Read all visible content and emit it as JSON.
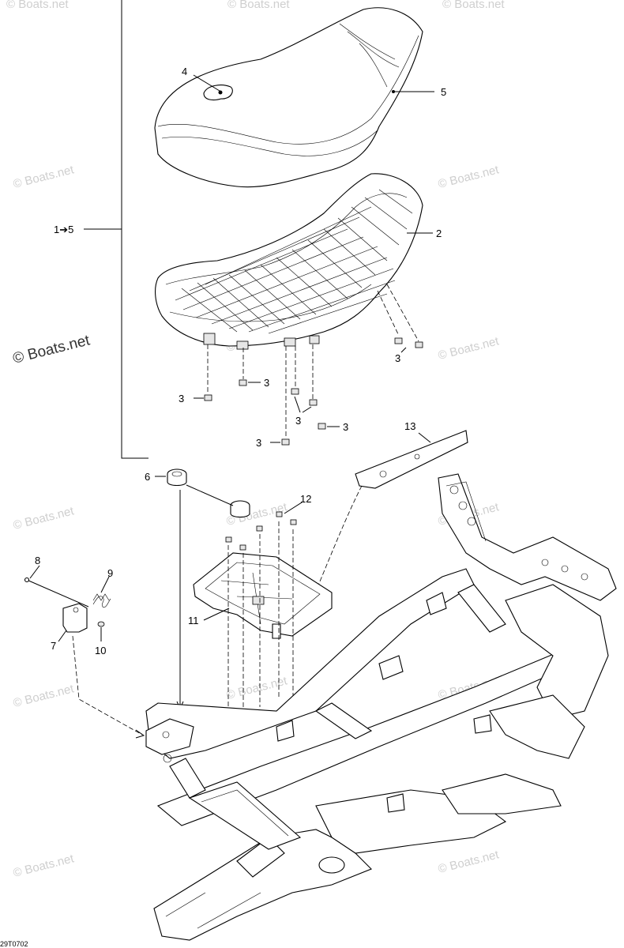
{
  "watermark": "© Boats.net",
  "drawing_code": "29T0702",
  "callouts": {
    "c1_5": "1➔5",
    "c2": "2",
    "c3": "3",
    "c4": "4",
    "c5": "5",
    "c6": "6",
    "c7": "7",
    "c8": "8",
    "c9": "9",
    "c10": "10",
    "c11": "11",
    "c12": "12",
    "c13": "13"
  }
}
